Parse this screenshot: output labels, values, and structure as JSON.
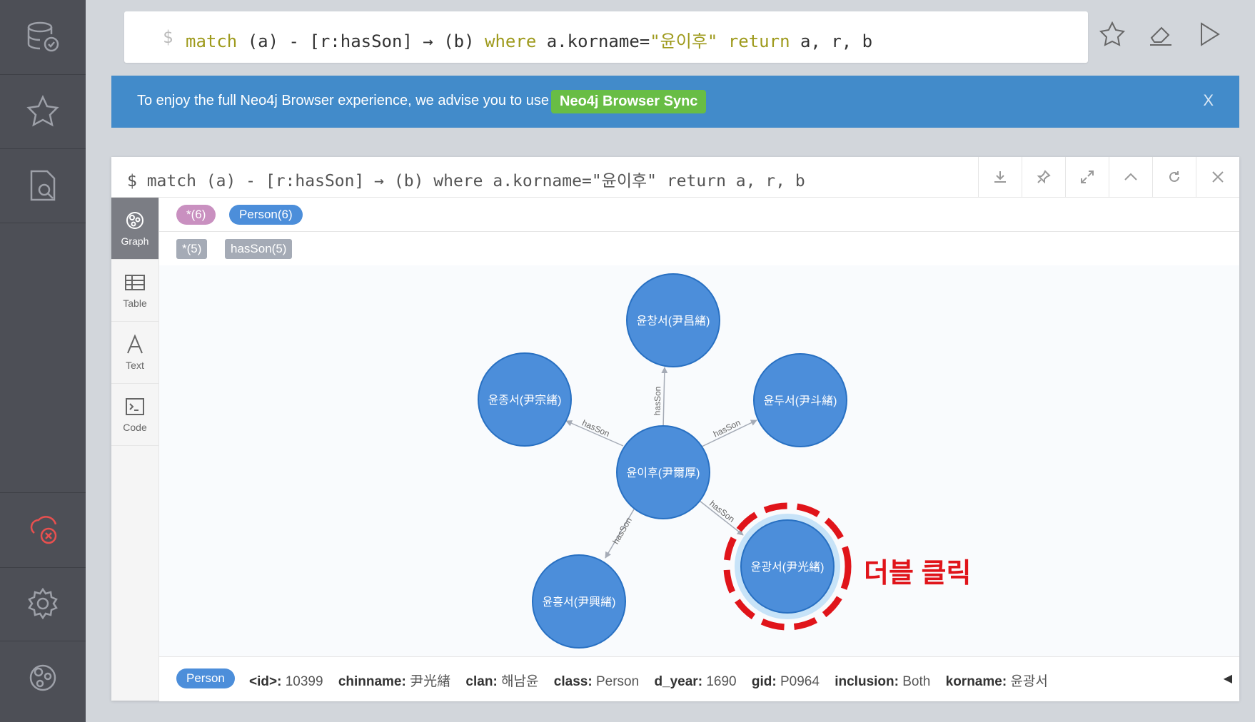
{
  "sidebar": {
    "icons": [
      "database-icon",
      "star-icon",
      "document-search-icon",
      "disconnected-icon",
      "gear-icon",
      "neo4j-logo-icon"
    ]
  },
  "editor": {
    "prompt": "$",
    "kw_match": "match",
    "part1": " (a) - [r:hasSon] → (b) ",
    "kw_where": "where",
    "part2": " a.korname=",
    "str_val": "\"윤이후\"",
    "kw_return": " return",
    "part3": " a, r, b"
  },
  "banner": {
    "message": "To enjoy the full Neo4j Browser experience, we advise you to use",
    "sync_label": "Neo4j Browser Sync",
    "close_label": "X"
  },
  "frame": {
    "title": "$ match (a) - [r:hasSon] → (b) where a.korname=\"윤이후\" return a, r, b"
  },
  "tabs": [
    {
      "label": "Graph",
      "icon": "graph-icon"
    },
    {
      "label": "Table",
      "icon": "table-icon"
    },
    {
      "label": "Text",
      "icon": "text-icon"
    },
    {
      "label": "Code",
      "icon": "code-icon"
    }
  ],
  "legend": {
    "nodes_all": "*(6)",
    "nodes_person": "Person(6)",
    "rels_all": "*(5)",
    "rels_hasson": "hasSon(5)"
  },
  "graph": {
    "center": "윤이후(尹爾厚)",
    "nodes": [
      "윤창서(尹昌緖)",
      "윤종서(尹宗緖)",
      "윤두서(尹斗緖)",
      "윤흥서(尹興緖)",
      "윤광서(尹光緖)"
    ],
    "rel_label": "hasSon",
    "colors": {
      "node": "#4c8eda",
      "node_stroke": "#2870c2",
      "highlight": "#e0141a"
    }
  },
  "annotation": "더블 클릭",
  "details": {
    "label": "Person",
    "props": [
      {
        "key": "<id>:",
        "value": "10399"
      },
      {
        "key": "chinname:",
        "value": "尹光緖"
      },
      {
        "key": "clan:",
        "value": "해남윤"
      },
      {
        "key": "class:",
        "value": "Person"
      },
      {
        "key": "d_year:",
        "value": "1690"
      },
      {
        "key": "gid:",
        "value": "P0964"
      },
      {
        "key": "inclusion:",
        "value": "Both"
      },
      {
        "key": "korname:",
        "value": "윤광서"
      }
    ]
  }
}
